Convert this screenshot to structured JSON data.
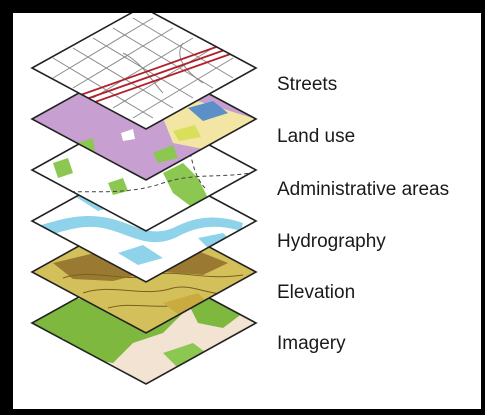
{
  "layers": [
    {
      "label": "Streets",
      "colors": {
        "base": "#ffffff",
        "accent": "#b31f2a"
      }
    },
    {
      "label": "Land use",
      "colors": {
        "base": "#c79fd0",
        "accent": "#f3e5a4"
      }
    },
    {
      "label": "Administrative areas",
      "colors": {
        "base": "#ffffff",
        "accent": "#8cc752"
      }
    },
    {
      "label": "Hydrography",
      "colors": {
        "base": "#ffffff",
        "accent": "#8fd3ea"
      }
    },
    {
      "label": "Elevation",
      "colors": {
        "base": "#d4c05a",
        "accent": "#9a7a32"
      }
    },
    {
      "label": "Imagery",
      "colors": {
        "base": "#f3e3d2",
        "accent": "#7eb83e"
      }
    }
  ]
}
